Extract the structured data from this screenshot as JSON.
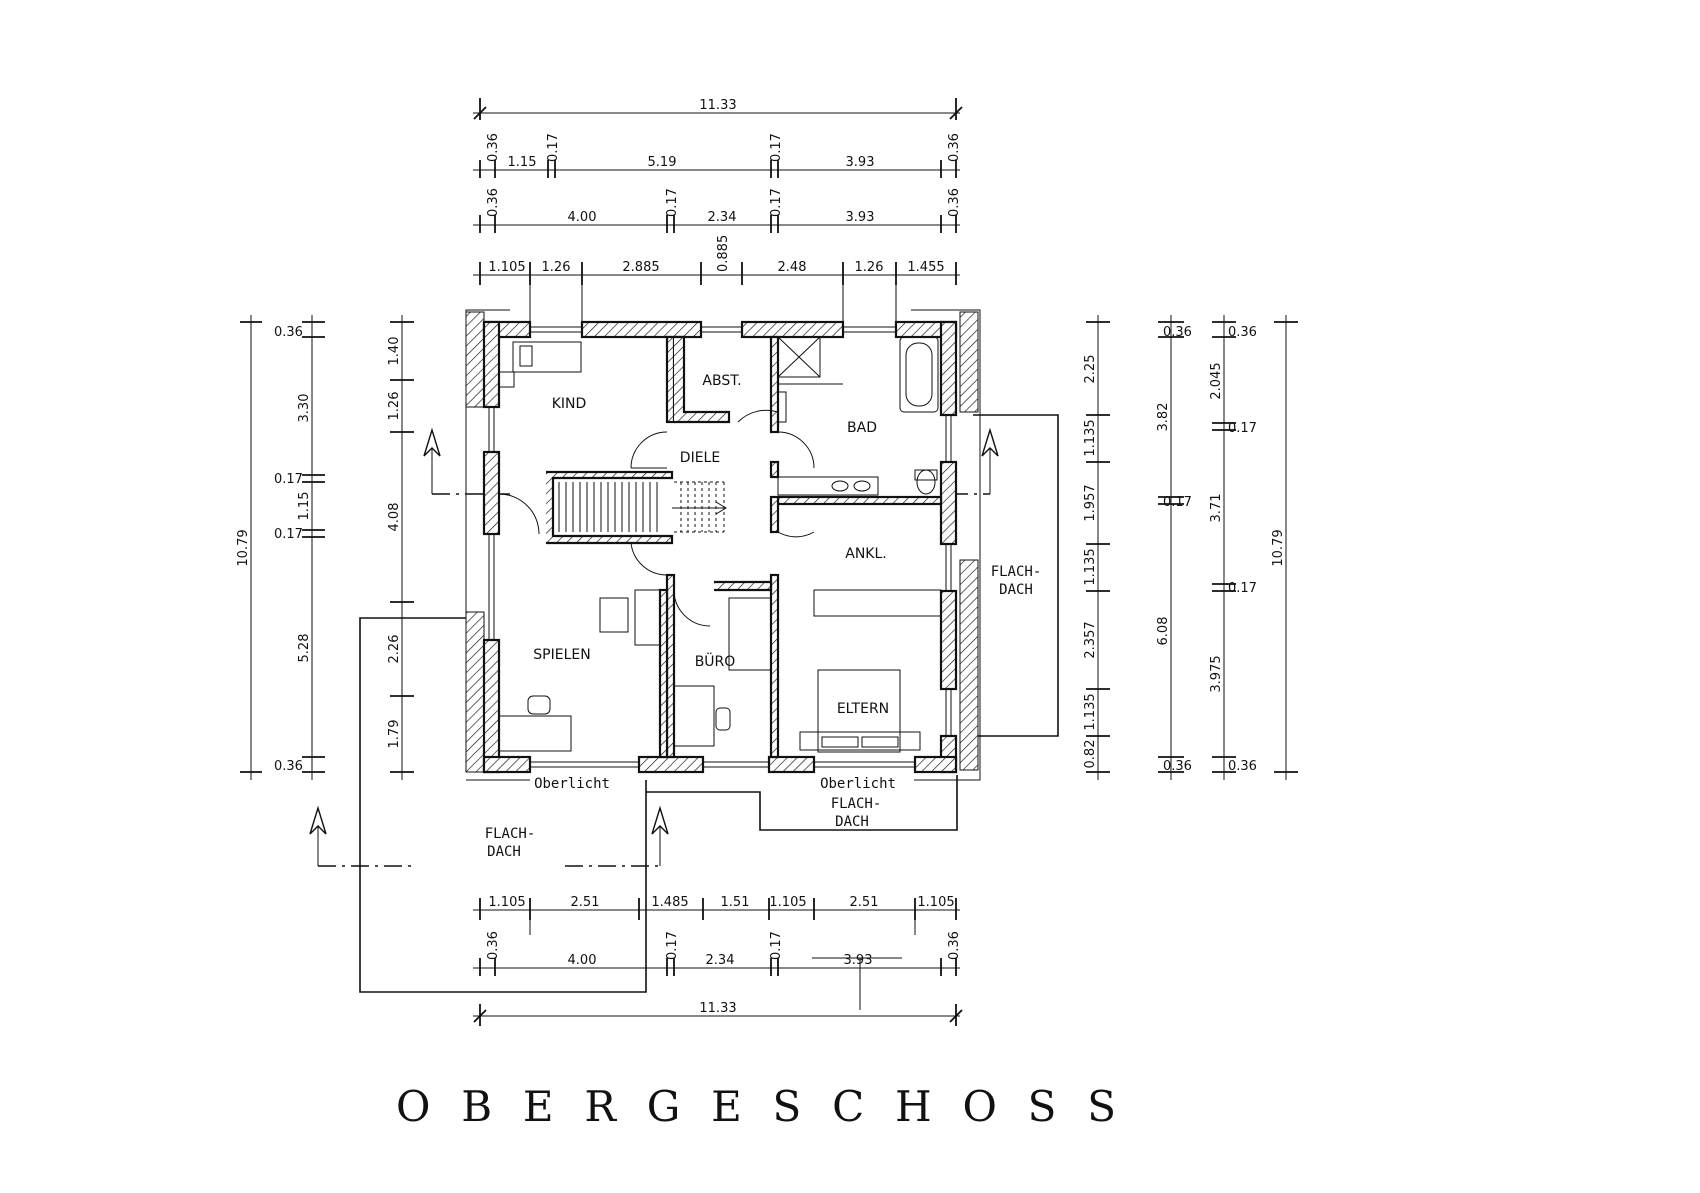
{
  "title": "O B E R G E S C H O S S",
  "rooms": {
    "kind": "KIND",
    "abst": "ABST.",
    "diele": "DIELE",
    "bad": "BAD",
    "ankl": "ANKL.",
    "spielen": "SPIELEN",
    "buro": "BÜRO",
    "eltern": "ELTERN"
  },
  "notes": {
    "oberlicht_left": "Oberlicht",
    "oberlicht_right": "Oberlicht",
    "flachdach_right_1": "FLACH-",
    "flachdach_right_2": "DACH",
    "flachdach_bottom_1": "FLACH-",
    "flachdach_bottom_2": "DACH",
    "flachdach_left_1": "FLACH-",
    "flachdach_left_2": "DACH"
  },
  "dims_top": {
    "total": "11.33",
    "row2": [
      "0.36",
      "1.15",
      "0.17",
      "5.19",
      "0.17",
      "3.93",
      "0.36"
    ],
    "row3": [
      "0.36",
      "4.00",
      "0.17",
      "2.34",
      "0.17",
      "3.93",
      "0.36"
    ],
    "row4": [
      "1.105",
      "1.26",
      "2.885",
      "0.885",
      "2.48",
      "1.26",
      "1.455"
    ]
  },
  "dims_bottom": {
    "row1": [
      "1.105",
      "2.51",
      "1.485",
      "1.51",
      "1.105",
      "2.51",
      "1.105"
    ],
    "row2": [
      "0.36",
      "4.00",
      "0.17",
      "2.34",
      "0.17",
      "3.93",
      "0.36"
    ],
    "total": "11.33"
  },
  "dims_left": {
    "total": "10.79",
    "col2": [
      "0.36",
      "3.30",
      "0.17",
      "1.15",
      "0.17",
      "5.28",
      "0.36"
    ],
    "col3": [
      "1.40",
      "1.26",
      "4.08",
      "2.26",
      "1.79"
    ]
  },
  "dims_right": {
    "col1": [
      "2.25",
      "1.135",
      "1.957",
      "1.135",
      "2.357",
      "1.135",
      "0.82"
    ],
    "col2": [
      "0.36",
      "3.82",
      "0.17",
      "6.08",
      "0.36"
    ],
    "col3": [
      "0.36",
      "2.045",
      "0.17",
      "3.71",
      "0.17",
      "3.975",
      "0.36"
    ],
    "total": "10.79"
  }
}
